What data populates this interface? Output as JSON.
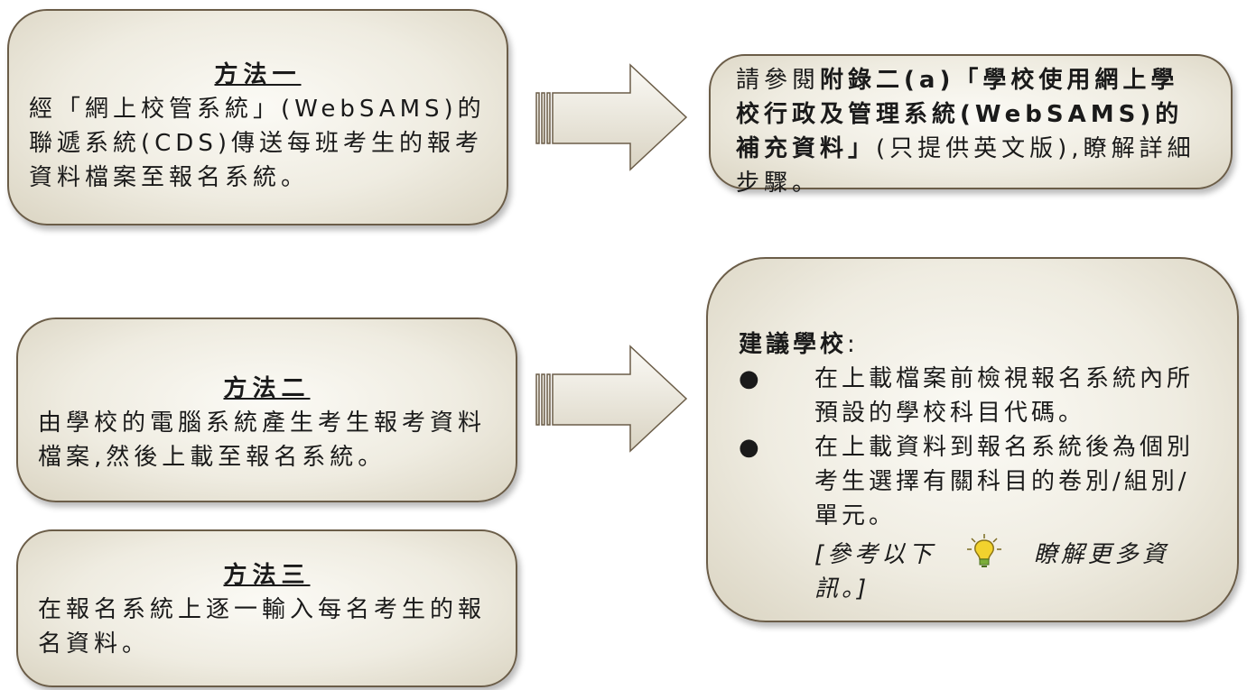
{
  "method1": {
    "title": "方法一",
    "body": "經「網上校管系統」(WebSAMS)的聯遞系統(CDS)傳送每班考生的報考資料檔案至報名系統。"
  },
  "method1_ref": {
    "prefix": "請參閱",
    "bold": "附錄二(a)「學校使用網上學校行政及管理系統(WebSAMS)的補充資料」",
    "suffix": "(只提供英文版),瞭解詳細步驟。"
  },
  "method2": {
    "title": "方法二",
    "body": "由學校的電腦系統產生考生報考資料檔案,然後上載至報名系統。"
  },
  "method3": {
    "title": "方法三",
    "body": "在報名系統上逐一輸入每名考生的報名資料。"
  },
  "advice": {
    "heading": "建議學校",
    "colon": ":",
    "bullet": "●",
    "items": [
      "在上載檔案前檢視報名系統內所預設的學校科目代碼。",
      "在上載資料到報名系統後為個別考生選擇有關科目的卷別/組別/單元。"
    ],
    "note_before": "[參考以下",
    "note_after": "瞭解更多資訊。]",
    "tip_icon": "lightbulb-icon"
  },
  "colors": {
    "border": "#6b5d48",
    "arrow_fill": "#ece8dd",
    "bulb": "#f2d22e"
  }
}
